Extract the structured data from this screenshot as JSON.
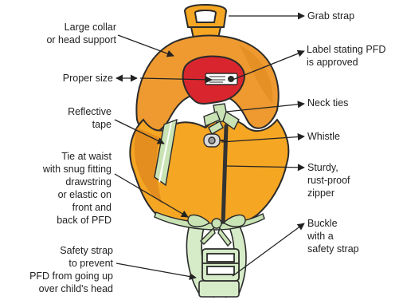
{
  "labels": {
    "grab_strap": "Grab strap",
    "large_collar_1": "Large collar",
    "large_collar_2": "or head support",
    "label_pfd_1": "Label stating PFD",
    "label_pfd_2": "is approved",
    "proper_size": "Proper size",
    "neck_ties": "Neck ties",
    "reflective_1": "Reflective",
    "reflective_2": "tape",
    "whistle": "Whistle",
    "tie_waist_1": "Tie at waist",
    "tie_waist_2": "with snug fitting",
    "tie_waist_3": "drawstring",
    "tie_waist_4": "or elastic on",
    "tie_waist_5": "front and",
    "tie_waist_6": "back of PFD",
    "zipper_1": "Sturdy,",
    "zipper_2": "rust-proof",
    "zipper_3": "zipper",
    "buckle_1": "Buckle",
    "buckle_2": "with a",
    "buckle_3": "safety strap",
    "safety_1": "Safety strap",
    "safety_2": "to prevent",
    "safety_3": "PFD from going up",
    "safety_4": "over child's head"
  },
  "colors": {
    "vest_orange": "#F5A623",
    "vest_shadow": "#E08A1E",
    "collar_orange": "#EE9A30",
    "label_red": "#D9262E",
    "tape_green": "#C9E3B5",
    "strap_green": "#D6EBC7",
    "zipper": "#333333",
    "outline": "#2B2B2B"
  }
}
